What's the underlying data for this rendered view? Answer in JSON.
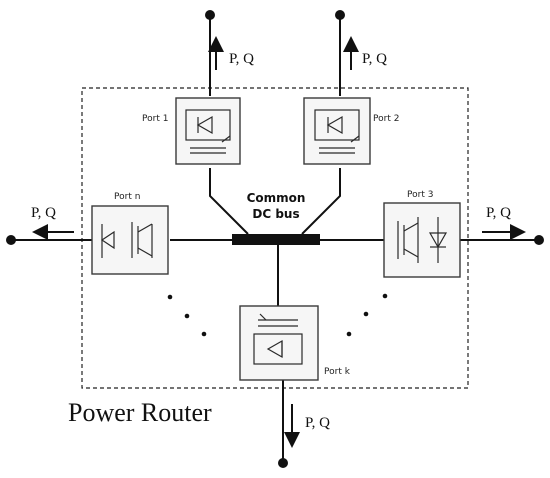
{
  "router": {
    "title": "Power Router",
    "bus_label_line1": "Common",
    "bus_label_line2": "DC bus"
  },
  "ports": {
    "port1": "Port 1",
    "port2": "Port 2",
    "port3": "Port 3",
    "portn": "Port n",
    "portk": "Port k"
  },
  "flows": {
    "top_left": "P, Q",
    "top_right": "P, Q",
    "left": "P, Q",
    "right": "P, Q",
    "bottom": "P, Q"
  },
  "ellipsis_marker": "•"
}
